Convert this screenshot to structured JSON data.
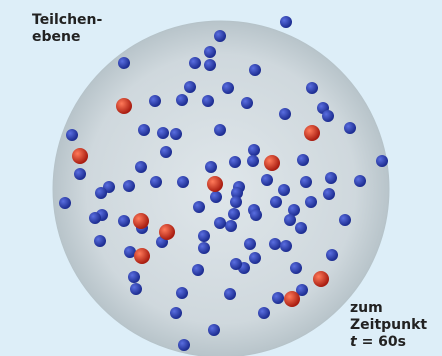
{
  "labels": {
    "plane_line1": "Teilchen-",
    "plane_line2": "ebene",
    "time_line1": "zum",
    "time_line2": "Zeitpunkt",
    "time_var": "t",
    "time_value": " = 60s"
  },
  "colors": {
    "background": "#ddeef8",
    "plane": "#cfd8dc",
    "blue_particle": "#2a3fb0",
    "red_particle": "#c0311f"
  }
}
